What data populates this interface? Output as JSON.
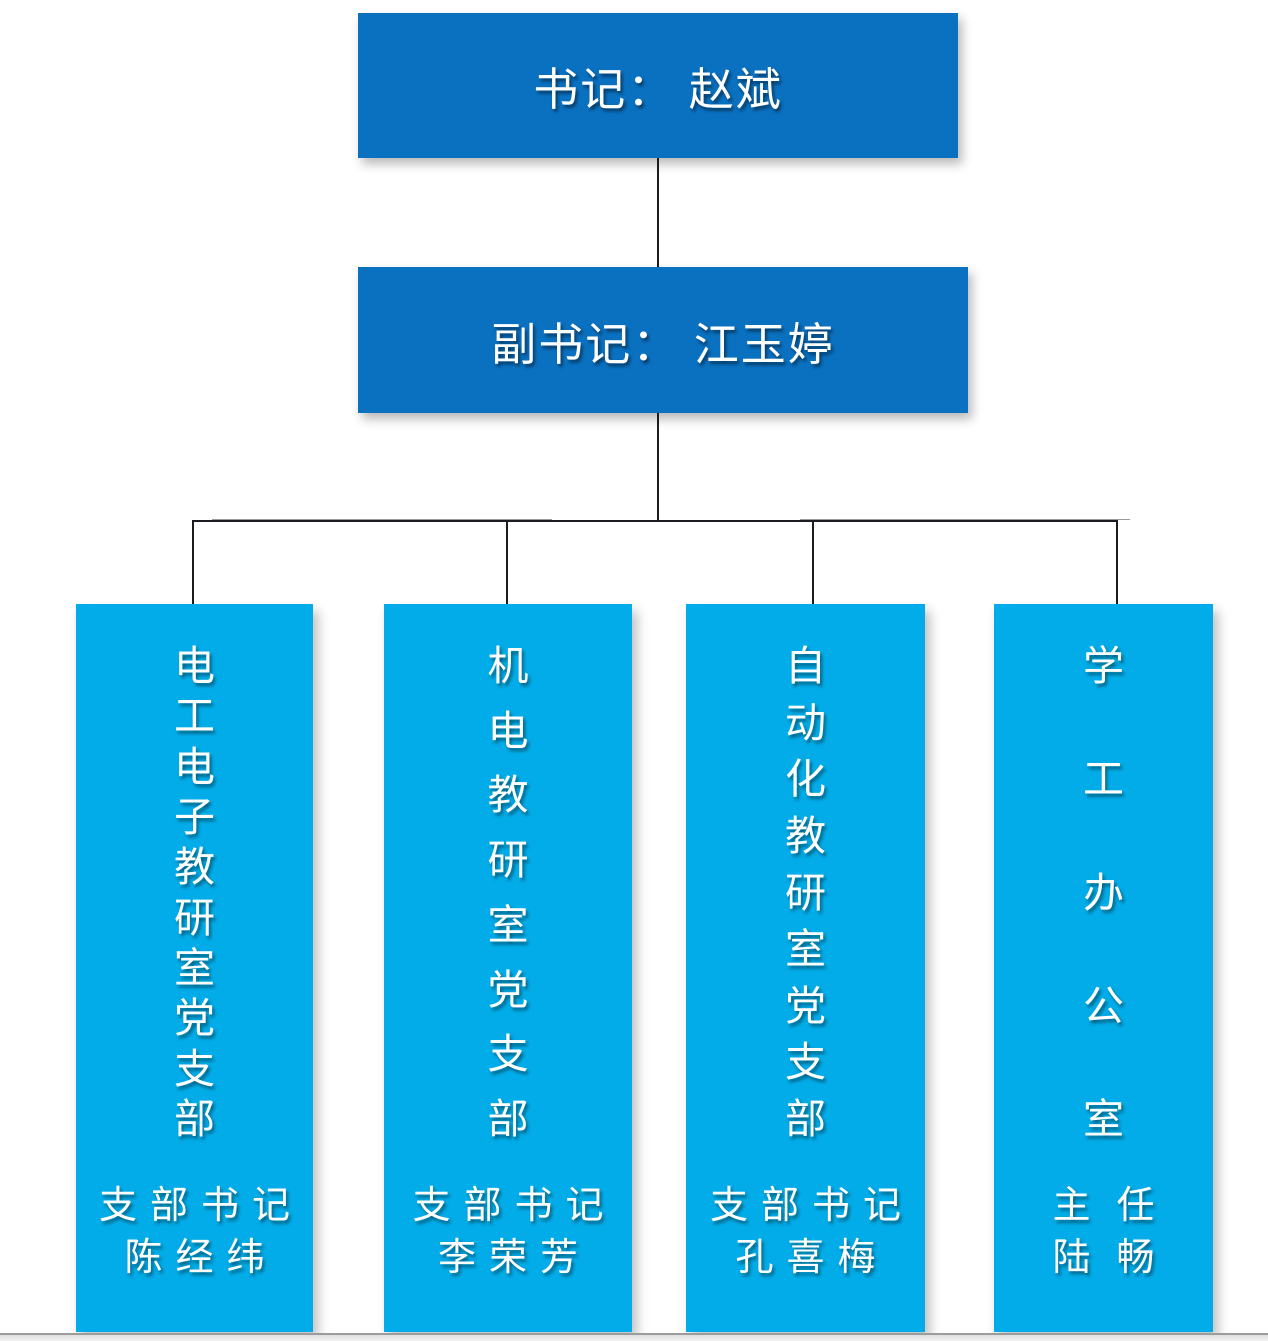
{
  "palette": {
    "header_box_blue": "#0a71c1",
    "branch_box_cyan": "#02ace8",
    "connector_line": "#1b1b22",
    "slide_edge_gray": "#9c9c9c",
    "text_color": "#ffffff"
  },
  "nodes": {
    "secretary": {
      "label": "书记： 赵斌"
    },
    "deputy_secretary": {
      "label": "副书记： 江玉婷"
    }
  },
  "branches": [
    {
      "title": "电工电子教研室党支部",
      "role": "支部书记",
      "name": "陈经纬"
    },
    {
      "title": "机电教研室党支部",
      "role": "支部书记",
      "name": "李荣芳"
    },
    {
      "title": "自动化教研室党支部",
      "role": "支部书记",
      "name": "孔喜梅"
    },
    {
      "title": "学工办公室",
      "role": "主任",
      "name": "陆畅"
    }
  ]
}
